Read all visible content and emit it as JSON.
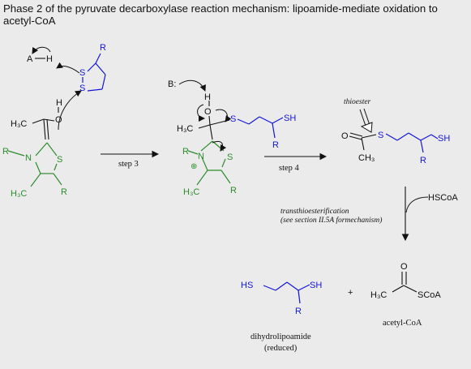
{
  "caption": "Phase 2 of the pyruvate decarboxylase reaction mechanism: lipoamide-mediate oxidation to acetyl-CoA",
  "colors": {
    "green": "#2e8b2e",
    "blue": "#1515d8",
    "black": "#111111",
    "bg": "#ebebeb"
  },
  "atoms": {
    "R": "R",
    "S": "S",
    "N": "N",
    "O": "O",
    "H": "H",
    "C": "C",
    "SH": "SH",
    "HS": "HS",
    "A": "A",
    "B": "B:",
    "H3C": "H₃C",
    "CH3": "CH₃",
    "SCoA": "SCoA",
    "plus_charge": "⊕",
    "H3C_a": "H₃C",
    "H3C_b": "H₃C"
  },
  "labels": {
    "step3": "step 3",
    "step4": "step 4",
    "thioester": "thioester",
    "transthio_1": "transthioesterification",
    "transthio_2": "(see section II.5A formechanism)",
    "hscoa": "HSCoA",
    "plus": "+",
    "dihydro": "dihydrolipoamide",
    "reduced": "(reduced)",
    "acetylcoa": "acetyl-CoA"
  }
}
